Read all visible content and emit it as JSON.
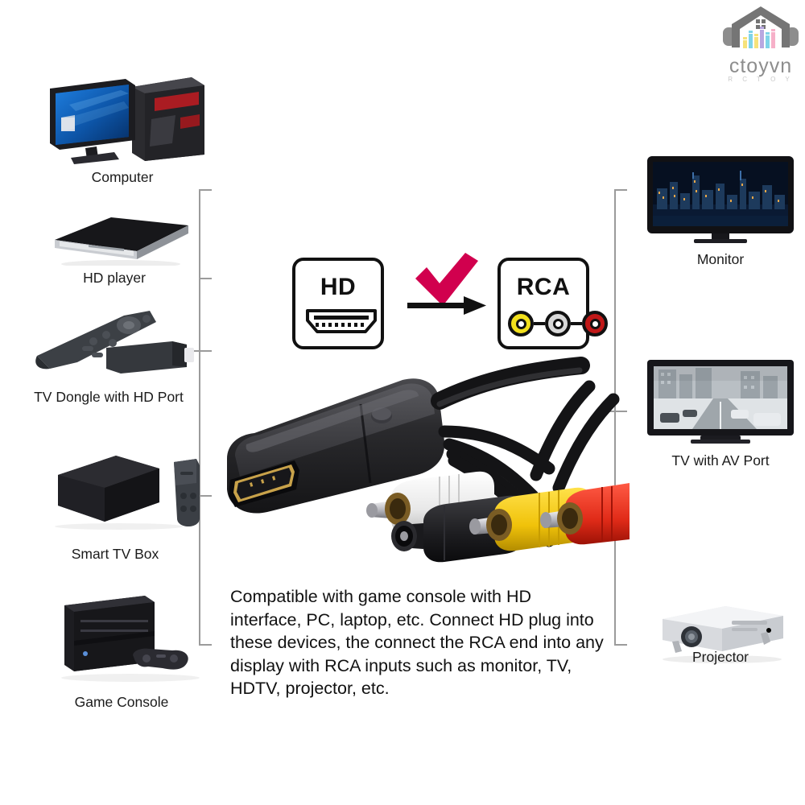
{
  "brand": {
    "name": "ctoyvn",
    "sub": "R C T O Y",
    "logo_icon": "house-headphones-equalizer-logo"
  },
  "center": {
    "hd_box_label": "HD",
    "rca_box_label": "RCA",
    "arrow_icon": "right-arrow-icon",
    "check_icon": "check-mark-icon",
    "hdmi_port_icon": "hdmi-port-icon",
    "rca_jacks": [
      {
        "name": "yellow-rca-jack",
        "color": "#f2e01c"
      },
      {
        "name": "white-rca-jack",
        "color": "#cfcfcf"
      },
      {
        "name": "red-rca-jack",
        "color": "#c01818"
      }
    ]
  },
  "sources": [
    {
      "label": "Computer",
      "icon": "desktop-computer-icon"
    },
    {
      "label": "HD player",
      "icon": "hd-player-icon"
    },
    {
      "label": "TV Dongle with HD Port",
      "icon": "tv-dongle-icon"
    },
    {
      "label": "Smart TV Box",
      "icon": "smart-tv-box-icon"
    },
    {
      "label": "Game Console",
      "icon": "game-console-icon"
    }
  ],
  "outputs": [
    {
      "label": "Monitor",
      "icon": "monitor-icon"
    },
    {
      "label": "TV with AV Port",
      "icon": "tv-av-port-icon"
    },
    {
      "label": "Projector",
      "icon": "projector-icon"
    }
  ],
  "product": {
    "name": "hd-to-rca-adapter",
    "connectors": [
      {
        "name": "white-rca-connector",
        "color": "#f4f4f4"
      },
      {
        "name": "black-power-barrel-connector",
        "color": "#1a1a1a"
      },
      {
        "name": "yellow-rca-connector",
        "color": "#f0c20a"
      },
      {
        "name": "red-rca-connector",
        "color": "#e02b18"
      }
    ]
  },
  "description": "Compatible with game console with HD interface, PC, laptop, etc. Connect HD plug into these devices, the connect the RCA end into any display with RCA inputs such as monitor, TV, HDTV, projector, etc.",
  "colors": {
    "check": "#d1004e",
    "line": "#9b9b9b",
    "text": "#111111"
  }
}
